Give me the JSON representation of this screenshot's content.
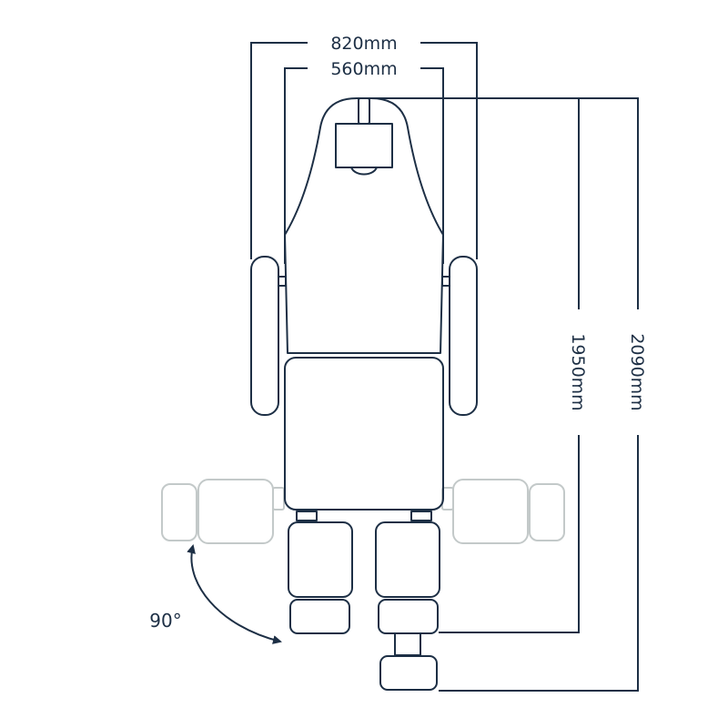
{
  "colors": {
    "line": "#1d2f45",
    "ghost": "#c3c9c9",
    "background": "#ffffff"
  },
  "dimensions": {
    "overall_width": "820mm",
    "seat_width": "560mm",
    "length_seat": "1950mm",
    "length_total": "2090mm"
  },
  "rotation": {
    "angle_label": "90°"
  }
}
